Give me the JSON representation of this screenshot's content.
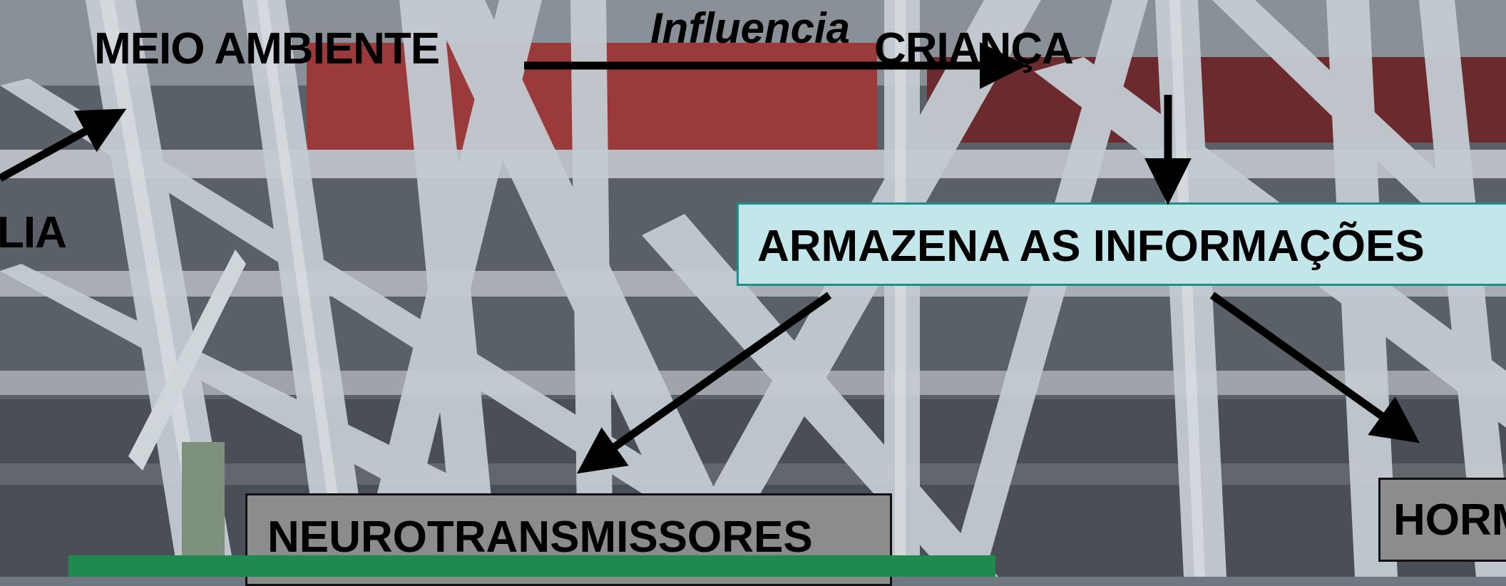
{
  "diagram": {
    "nodes": {
      "meio_ambiente": "MEIO AMBIENTE",
      "crianca": "CRIANÇA",
      "familia_partial": "LIA",
      "armazena": "ARMAZENA AS INFORMAÇÕES",
      "neurotransmissores": "NEUROTRANSMISSORES",
      "hormonios_partial": "HORM"
    },
    "edge_labels": {
      "influencia": "Influencia"
    }
  },
  "colors": {
    "armazena_fill": "#c2e6ea",
    "armazena_border": "#1d8f8a",
    "gray_box_fill": "#8c8c8c",
    "text": "#000000"
  }
}
